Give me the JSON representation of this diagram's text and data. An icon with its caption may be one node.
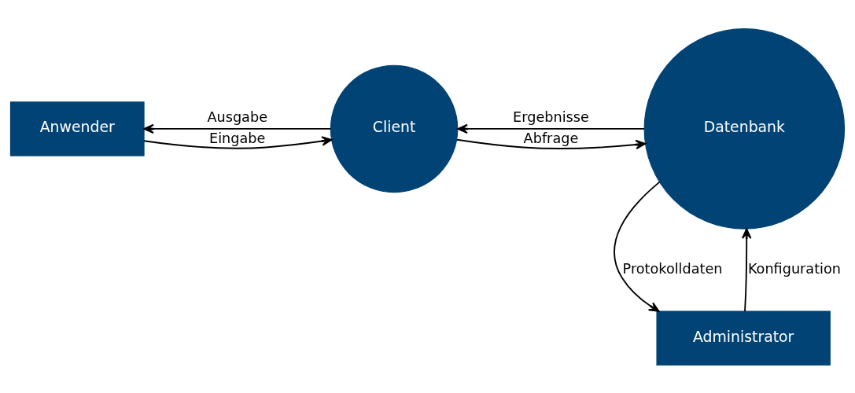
{
  "diagram": {
    "nodes": [
      {
        "text": [
          "Anwender"
        ]
      },
      {
        "text": [
          "Client"
        ]
      },
      {
        "text": [
          "Datenbank"
        ]
      },
      {
        "text": [
          "Administrator"
        ]
      }
    ],
    "edges": [
      {
        "from": 0,
        "to": 1,
        "arrow": "to",
        "label": "Eingabe"
      },
      {
        "from": 1,
        "to": 0,
        "arrow": "to",
        "label": "Ausgabe"
      },
      {
        "from": 1,
        "to": 2,
        "arrow": "to",
        "label": "Abfrage"
      },
      {
        "from": 2,
        "to": 1,
        "arrow": "to",
        "label": "Ergebnisse"
      },
      {
        "from": 3,
        "to": 2,
        "arrow": "to",
        "label": "Konfiguration"
      },
      {
        "from": 2,
        "to": 3,
        "arrow": "to",
        "label": "Protokolldaten"
      }
    ]
  }
}
